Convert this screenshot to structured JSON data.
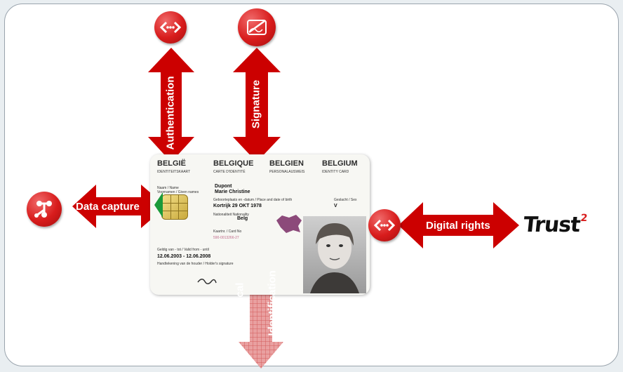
{
  "card": {
    "headers": [
      "BELGIË",
      "BELGIQUE",
      "BELGIEN",
      "BELGIUM"
    ],
    "subheaders": [
      "IDENTITEITSKAART",
      "CARTE D'IDENTITÉ",
      "PERSONALAUSWEIS",
      "IDENTITY CARD"
    ],
    "name_label": "Naam / Name",
    "given_label": "Voornamen / Given names",
    "surname": "Dupont",
    "given_names": "Marie Christine",
    "birth_label": "Geboorteplaats en -datum / Place and date of birth",
    "birth_value": "Kortrijk 29 OKT 1978",
    "sex_label": "Geslacht / Sex",
    "sex_value": "V",
    "nationality_label": "Nationaliteit Nationality",
    "nationality_value": "Belg",
    "cardno_label": "Kaartnr. / Card No",
    "cardno_value": "590-0013266-27",
    "valid_label": "Geldig van - tot / Valid from - until",
    "valid_value": "12.06.2003 - 12.06.2008",
    "signature_label": "Handtekening van de houder / Holder's signature"
  },
  "labels": {
    "authentication": "Authentication",
    "signature": "Signature",
    "data_capture": "Data capture",
    "digital_rights": "Digital rights",
    "physical_identification_line1": "Physical",
    "physical_identification_line2": "Identification"
  },
  "logo": {
    "text": "Trust",
    "superscript": "2"
  },
  "icons": [
    "angle-brackets-icon",
    "signature-pen-icon",
    "data-capture-icon",
    "angle-brackets-icon"
  ],
  "colors": {
    "arrow_red": "#cc0000",
    "physical_arrow": "#e58a8a",
    "panel_border": "#9aa4ad",
    "background": "#e9eef1"
  }
}
